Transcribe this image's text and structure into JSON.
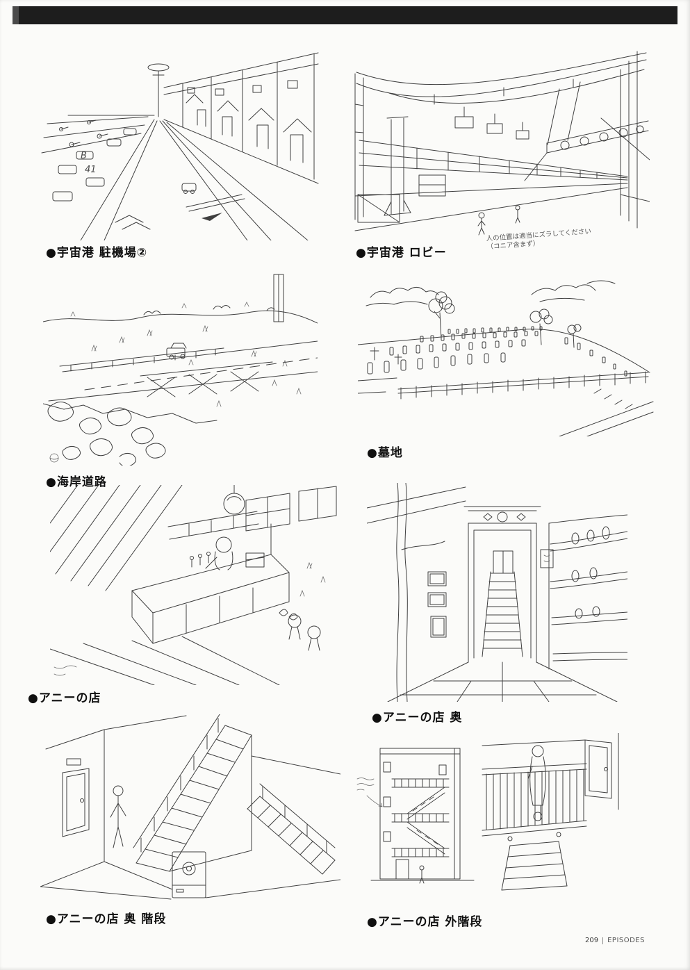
{
  "page": {
    "footer": {
      "page_number": "209",
      "section": "EPISODES"
    }
  },
  "sketches": [
    {
      "id": "spaceport-parking",
      "label": "●宇宙港 駐機場②",
      "markings": [
        "B",
        "41"
      ]
    },
    {
      "id": "spaceport-lobby",
      "label": "●宇宙港 ロビー",
      "annotation_line1": "人の位置は適当にズラしてください",
      "annotation_line2": "（コニア含まず）"
    },
    {
      "id": "coastal-road",
      "label": "●海岸道路"
    },
    {
      "id": "cemetery",
      "label": "●墓地"
    },
    {
      "id": "annies-shop",
      "label": "●アニーの店"
    },
    {
      "id": "annies-shop-back",
      "label": "●アニーの店 奥"
    },
    {
      "id": "annies-shop-back-stairs",
      "label": "●アニーの店 奥 階段"
    },
    {
      "id": "annies-shop-outside-stairs",
      "label": "●アニーの店 外階段"
    }
  ]
}
